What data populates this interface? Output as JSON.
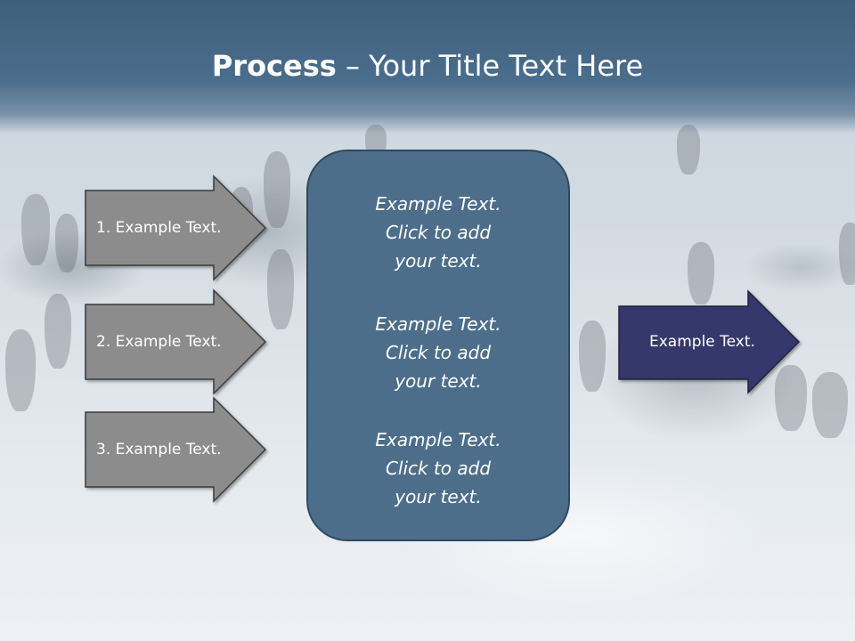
{
  "title": {
    "bold": "Process",
    "rest": " – Your Title Text Here"
  },
  "steps": [
    {
      "label": "1. Example Text."
    },
    {
      "label": "2. Example Text."
    },
    {
      "label": "3. Example Text."
    }
  ],
  "center_box": {
    "paragraphs": [
      "Example Text.\nClick  to add\nyour text.",
      "Example Text.\nClick  to add\nyour text.",
      "Example Text.\nClick  to add\nyour text."
    ]
  },
  "result": {
    "label": "Example Text."
  },
  "colors": {
    "title_band": "#4a6d8c",
    "step_arrow_fill": "#8c8c8c",
    "center_box_fill": "#4c6e8b",
    "result_arrow_fill": "#35396a"
  }
}
